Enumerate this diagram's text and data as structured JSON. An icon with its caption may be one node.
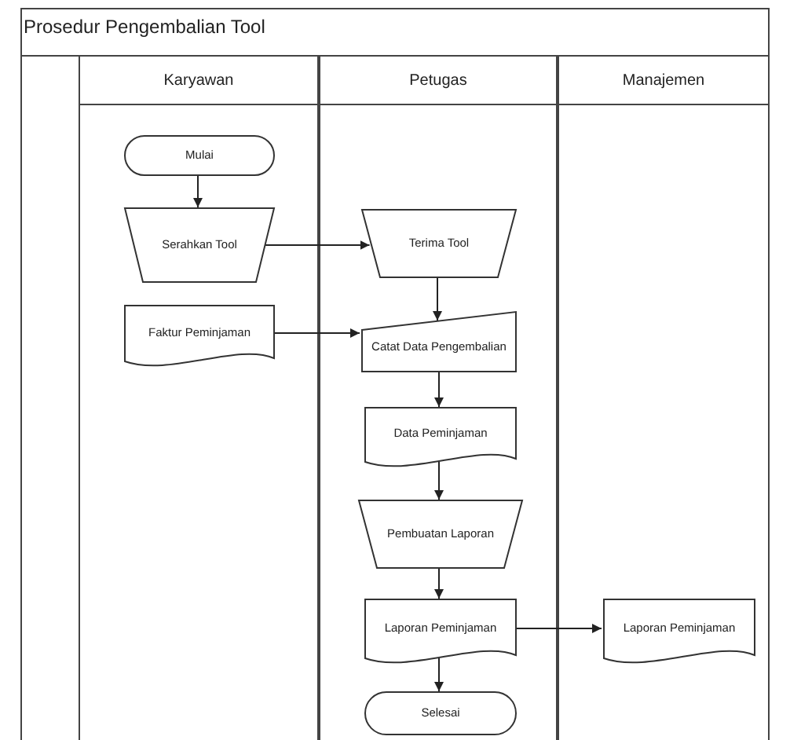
{
  "diagram": {
    "title": "Prosedur Pengembalian Tool",
    "nodes": [
      {
        "text": [
          "Karyawan"
        ]
      },
      {
        "text": [
          "Petugas"
        ]
      },
      {
        "text": [
          "Manajemen"
        ]
      },
      {
        "text": [
          "Mulai"
        ],
        "in": 0
      },
      {
        "text": [
          "Serahkan Tool"
        ],
        "in": 0
      },
      {
        "text": [
          "Faktur Peminjaman"
        ],
        "in": 0
      },
      {
        "text": [
          "Terima Tool"
        ],
        "in": 1
      },
      {
        "text": [
          "Catat Data Pengembalian"
        ],
        "in": 1
      },
      {
        "text": [
          "Data Peminjaman"
        ],
        "in": 1
      },
      {
        "text": [
          "Pembuatan Laporan"
        ],
        "in": 1
      },
      {
        "text": [
          "Laporan Peminjaman"
        ],
        "in": 1
      },
      {
        "text": [
          "Selesai"
        ],
        "in": 1
      },
      {
        "text": [
          "Laporan Peminjaman"
        ],
        "in": 2
      }
    ],
    "edges": [
      {
        "from": 3,
        "to": 4,
        "arrow": "to"
      },
      {
        "from": 4,
        "to": 6,
        "arrow": "to"
      },
      {
        "from": 5,
        "to": 7,
        "arrow": "to"
      },
      {
        "from": 6,
        "to": 7,
        "arrow": "to"
      },
      {
        "from": 7,
        "to": 8,
        "arrow": "to"
      },
      {
        "from": 8,
        "to": 9,
        "arrow": "to"
      },
      {
        "from": 9,
        "to": 10,
        "arrow": "to"
      },
      {
        "from": 10,
        "to": 12,
        "arrow": "to"
      },
      {
        "from": 10,
        "to": 11,
        "arrow": "to"
      }
    ]
  }
}
